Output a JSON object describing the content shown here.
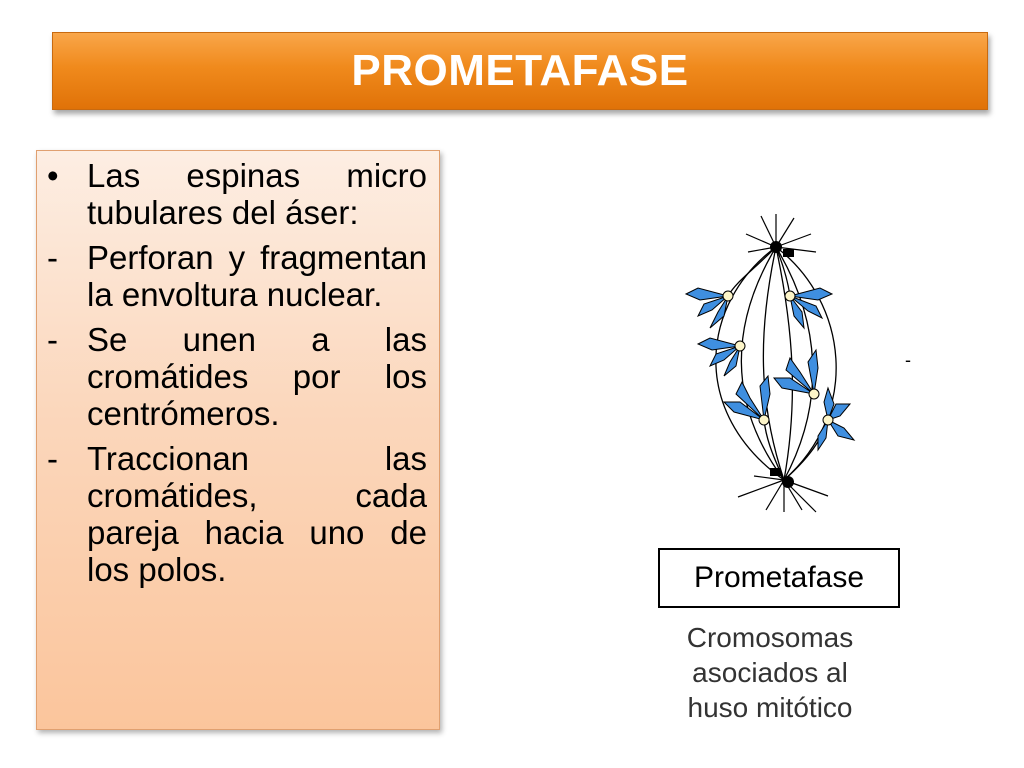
{
  "slide": {
    "title": "PROMETAFASE"
  },
  "text_box": {
    "items": [
      {
        "marker": "•",
        "text": "Las espinas micro tubulares del áser:"
      },
      {
        "marker": "-",
        "text": "Perforan y fragmentan la envoltura nuclear."
      },
      {
        "marker": "-",
        "text": "Se unen a las cromátides por los centrómeros."
      },
      {
        "marker": "-",
        "text": "Traccionan las cromátides, cada pareja hacia uno de los polos."
      }
    ]
  },
  "figure": {
    "stray_mark": "-",
    "caption_title": "Prometafase",
    "caption_lines": [
      "Cromosomas",
      "asociados al",
      "huso mitótico"
    ]
  },
  "colors": {
    "title_bar": "#f08a1c",
    "text_box_bg": "#fbd7bc",
    "chromosome_blue": "#3f8fe0"
  }
}
